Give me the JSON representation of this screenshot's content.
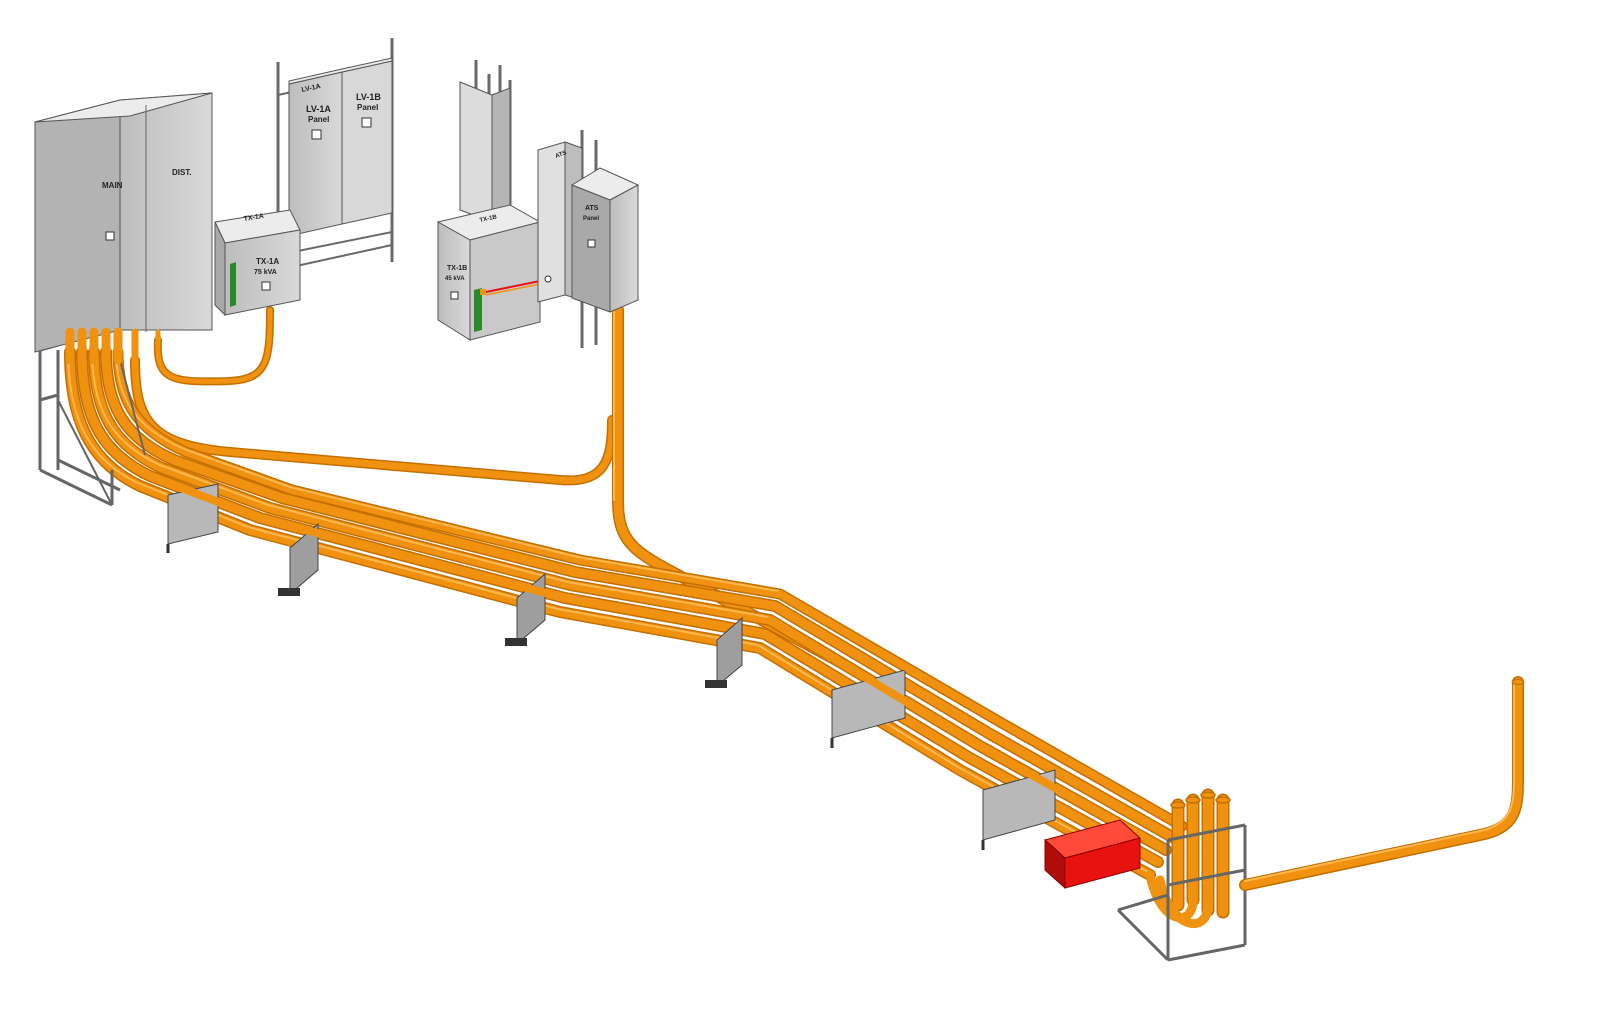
{
  "diagram": {
    "type": "electrical-conduit-3d-model",
    "colors": {
      "conduit": "#f0920f",
      "conduit_dark": "#c46f00",
      "conduit_light": "#ffb84d",
      "enclosure": "#d6d6d6",
      "enclosure_side": "#a9a9a9",
      "enclosure_top": "#ececec",
      "steel": "#7a7a7a",
      "firestop": "#e8120f",
      "background": "#ffffff"
    },
    "equipment": {
      "main": "MAIN",
      "dist": "DIST.",
      "tx1a": "TX-1A",
      "tx1a_rating": "75 kVA",
      "tx1a_top": "TX-1A",
      "lv1a": "LV-1A",
      "lv1b": "LV-1B",
      "lv_sub": "Panel",
      "lv_top": "LV-1A",
      "tx1b": "TX-1B",
      "tx1b_rating": "45 kVA",
      "tx1b_top": "TX-1B",
      "ats": "ATS",
      "ats_sub": "Panel",
      "ats_top": "ATS"
    }
  }
}
